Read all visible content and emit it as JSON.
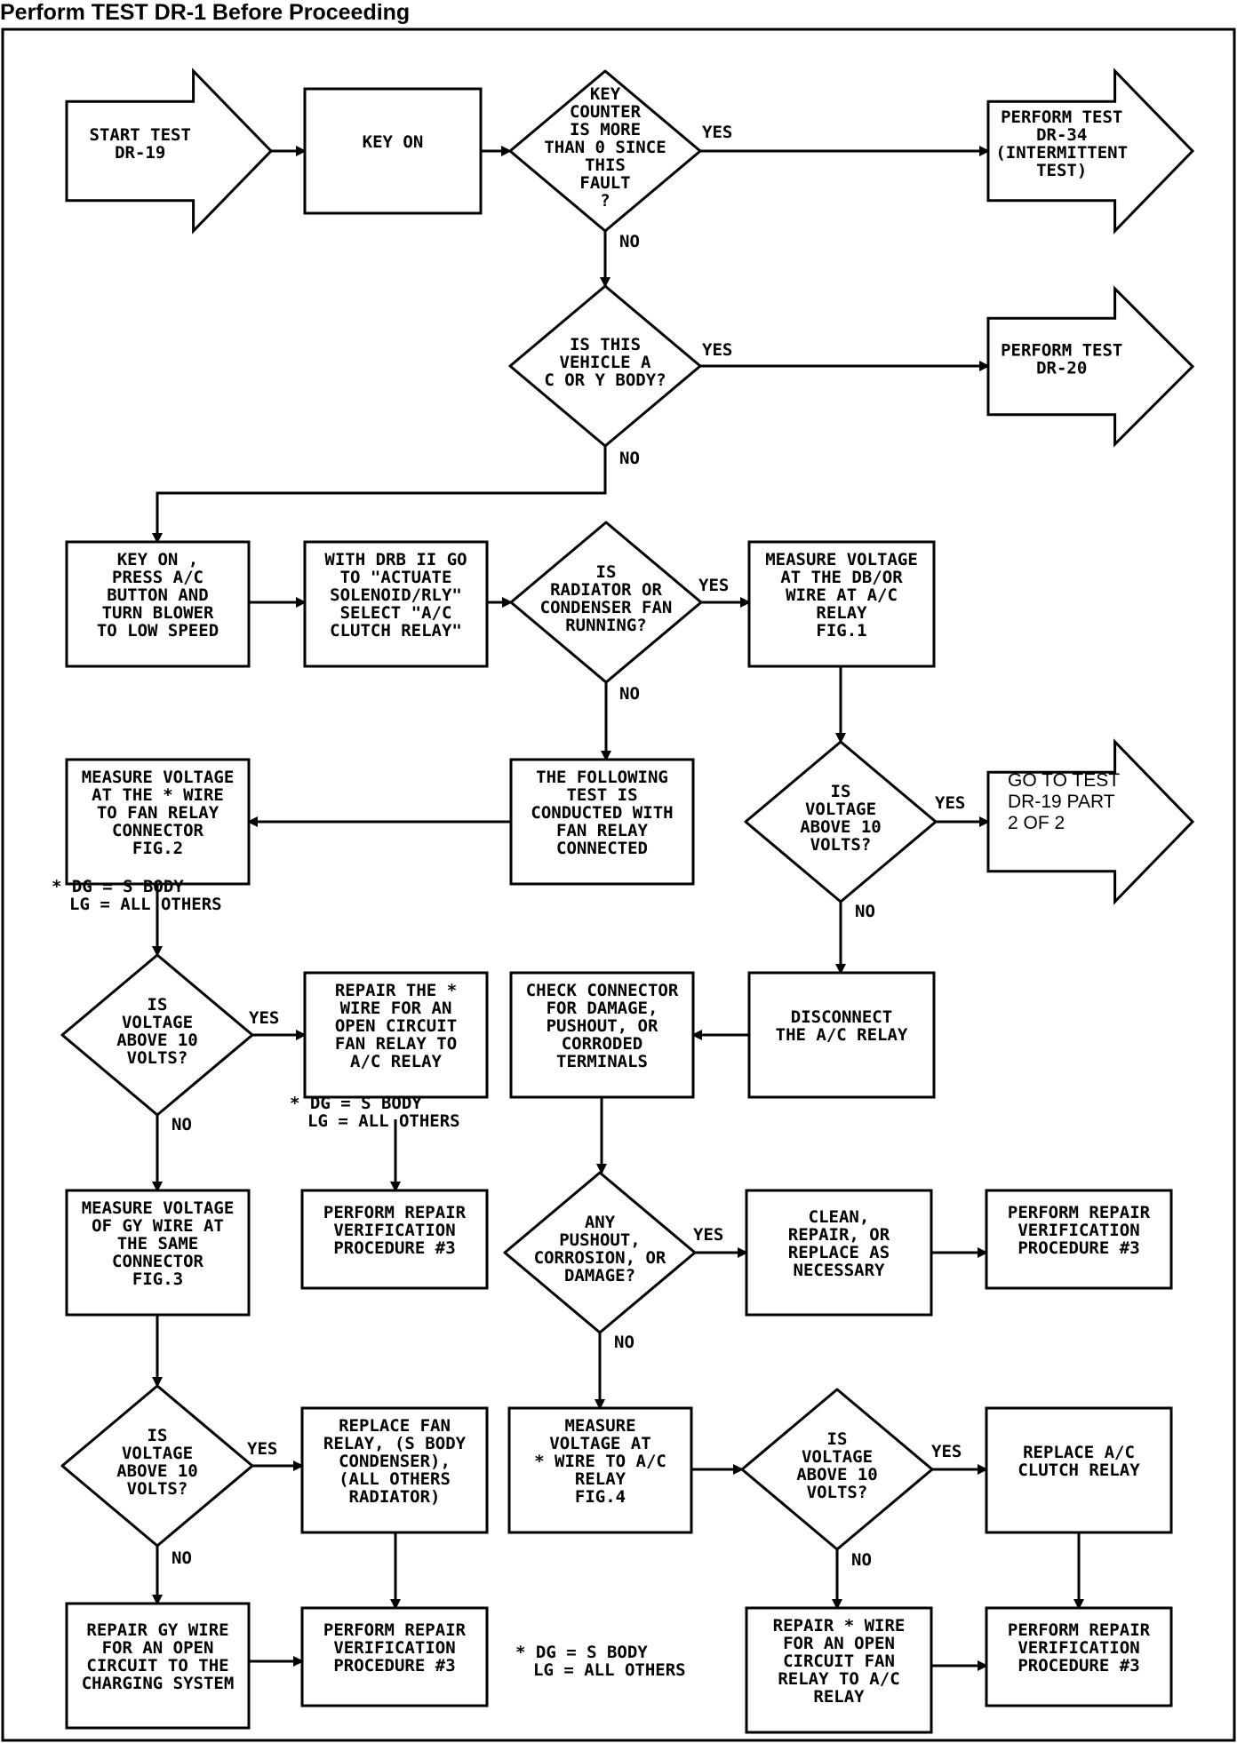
{
  "header": "Perform TEST DR-1 Before Proceeding",
  "nodes": [
    {
      "id": "start",
      "shape": "arrow",
      "lines": [
        "START TEST",
        "DR-19"
      ]
    },
    {
      "id": "key_on",
      "shape": "rect",
      "lines": [
        "KEY ON"
      ]
    },
    {
      "id": "d_key_counter",
      "shape": "diamond",
      "lines": [
        "KEY",
        "COUNTER",
        "IS MORE",
        "THAN 0 SINCE",
        "THIS",
        "FAULT",
        "?"
      ]
    },
    {
      "id": "dr34",
      "shape": "arrow",
      "lines": [
        "PERFORM TEST",
        "DR-34",
        "(INTERMITTENT",
        "TEST)"
      ]
    },
    {
      "id": "d_body",
      "shape": "diamond",
      "lines": [
        "IS THIS",
        "VEHICLE A",
        "C OR Y BODY?"
      ]
    },
    {
      "id": "dr20",
      "shape": "arrow",
      "lines": [
        "PERFORM TEST",
        "DR-20"
      ]
    },
    {
      "id": "press_ac",
      "shape": "rect",
      "lines": [
        "KEY ON ,",
        "PRESS A/C",
        "BUTTON AND",
        "TURN BLOWER",
        "TO LOW SPEED"
      ]
    },
    {
      "id": "drb_actuate",
      "shape": "rect",
      "lines": [
        "WITH DRB II GO",
        "TO \"ACTUATE",
        "SOLENOID/RLY\"",
        "SELECT \"A/C",
        "CLUTCH RELAY\""
      ]
    },
    {
      "id": "d_fan_running",
      "shape": "diamond",
      "lines": [
        "IS",
        "RADIATOR OR",
        "CONDENSER FAN",
        "RUNNING?"
      ]
    },
    {
      "id": "meas_db_or",
      "shape": "rect",
      "lines": [
        "MEASURE VOLTAGE",
        "AT THE DB/OR",
        "WIRE AT A/C",
        "RELAY",
        "FIG.1"
      ]
    },
    {
      "id": "following_test",
      "shape": "rect",
      "lines": [
        "THE FOLLOWING",
        "TEST IS",
        "CONDUCTED WITH",
        "FAN RELAY",
        "CONNECTED"
      ]
    },
    {
      "id": "meas_fan_relay",
      "shape": "rect",
      "lines": [
        "MEASURE VOLTAGE",
        "AT THE * WIRE",
        "TO FAN RELAY",
        "CONNECTOR",
        "FIG.2"
      ]
    },
    {
      "id": "d_volt_right",
      "shape": "diamond",
      "lines": [
        "IS",
        "VOLTAGE",
        "ABOVE 10",
        "VOLTS?"
      ]
    },
    {
      "id": "dr19p2",
      "shape": "arrow",
      "lines": [
        "GO TO TEST",
        "DR-19 PART",
        "2 OF 2"
      ]
    },
    {
      "id": "d_volt_left1",
      "shape": "diamond",
      "lines": [
        "IS",
        "VOLTAGE",
        "ABOVE 10",
        "VOLTS?"
      ]
    },
    {
      "id": "repair_star_wire",
      "shape": "rect",
      "lines": [
        "REPAIR THE *",
        "WIRE FOR AN",
        "OPEN CIRCUIT",
        "FAN RELAY TO",
        "A/C RELAY"
      ]
    },
    {
      "id": "check_connector",
      "shape": "rect",
      "lines": [
        "CHECK CONNECTOR",
        "FOR DAMAGE,",
        "PUSHOUT, OR",
        "CORRODED",
        "TERMINALS"
      ]
    },
    {
      "id": "disconnect_relay",
      "shape": "rect",
      "lines": [
        "DISCONNECT",
        "THE A/C RELAY"
      ]
    },
    {
      "id": "meas_gy",
      "shape": "rect",
      "lines": [
        "MEASURE VOLTAGE",
        "OF GY WIRE AT",
        "THE SAME",
        "CONNECTOR",
        "FIG.3"
      ]
    },
    {
      "id": "verify_1",
      "shape": "rect",
      "lines": [
        "PERFORM REPAIR",
        "VERIFICATION",
        "PROCEDURE #3"
      ]
    },
    {
      "id": "d_pushout",
      "shape": "diamond",
      "lines": [
        "ANY",
        "PUSHOUT,",
        "CORROSION, OR",
        "DAMAGE?"
      ]
    },
    {
      "id": "clean_repair",
      "shape": "rect",
      "lines": [
        "CLEAN,",
        "REPAIR, OR",
        "REPLACE AS",
        "NECESSARY"
      ]
    },
    {
      "id": "verify_2",
      "shape": "rect",
      "lines": [
        "PERFORM REPAIR",
        "VERIFICATION",
        "PROCEDURE #3"
      ]
    },
    {
      "id": "d_volt_left2",
      "shape": "diamond",
      "lines": [
        "IS",
        "VOLTAGE",
        "ABOVE 10",
        "VOLTS?"
      ]
    },
    {
      "id": "replace_fan_relay",
      "shape": "rect",
      "lines": [
        "REPLACE FAN",
        "RELAY, (S BODY",
        "CONDENSER),",
        "(ALL OTHERS",
        "RADIATOR)"
      ]
    },
    {
      "id": "meas_star_ac",
      "shape": "rect",
      "lines": [
        "MEASURE",
        "VOLTAGE AT",
        "* WIRE TO A/C",
        "RELAY",
        "FIG.4"
      ]
    },
    {
      "id": "d_volt_right2",
      "shape": "diamond",
      "lines": [
        "IS",
        "VOLTAGE",
        "ABOVE 10",
        "VOLTS?"
      ]
    },
    {
      "id": "replace_clutch",
      "shape": "rect",
      "lines": [
        "REPLACE A/C",
        "CLUTCH RELAY"
      ]
    },
    {
      "id": "repair_gy",
      "shape": "rect",
      "lines": [
        "REPAIR GY WIRE",
        "FOR AN OPEN",
        "CIRCUIT TO THE",
        "CHARGING SYSTEM"
      ]
    },
    {
      "id": "verify_3",
      "shape": "rect",
      "lines": [
        "PERFORM REPAIR",
        "VERIFICATION",
        "PROCEDURE #3"
      ]
    },
    {
      "id": "repair_star_ac",
      "shape": "rect",
      "lines": [
        "REPAIR * WIRE",
        "FOR AN OPEN",
        "CIRCUIT FAN",
        "RELAY TO A/C",
        "RELAY"
      ]
    },
    {
      "id": "verify_4",
      "shape": "rect",
      "lines": [
        "PERFORM REPAIR",
        "VERIFICATION",
        "PROCEDURE #3"
      ]
    }
  ],
  "edge_labels": {
    "yes": "YES",
    "no": "NO"
  },
  "notes": [
    {
      "id": "note_fig2",
      "lines": [
        "* DG = S BODY",
        "LG = ALL OTHERS"
      ]
    },
    {
      "id": "note_repair",
      "lines": [
        "* DG = S BODY",
        "LG = ALL OTHERS"
      ]
    },
    {
      "id": "note_bottom",
      "lines": [
        "* DG = S BODY",
        "LG = ALL OTHERS"
      ]
    }
  ],
  "edges": [
    {
      "from": "start",
      "to": "key_on",
      "label": ""
    },
    {
      "from": "key_on",
      "to": "d_key_counter",
      "label": ""
    },
    {
      "from": "d_key_counter",
      "to": "dr34",
      "label": "YES"
    },
    {
      "from": "d_key_counter",
      "to": "d_body",
      "label": "NO"
    },
    {
      "from": "d_body",
      "to": "dr20",
      "label": "YES"
    },
    {
      "from": "d_body",
      "to": "press_ac",
      "label": "NO"
    },
    {
      "from": "press_ac",
      "to": "drb_actuate",
      "label": ""
    },
    {
      "from": "drb_actuate",
      "to": "d_fan_running",
      "label": ""
    },
    {
      "from": "d_fan_running",
      "to": "meas_db_or",
      "label": "YES"
    },
    {
      "from": "d_fan_running",
      "to": "following_test",
      "label": "NO"
    },
    {
      "from": "following_test",
      "to": "meas_fan_relay",
      "label": ""
    },
    {
      "from": "meas_db_or",
      "to": "d_volt_right",
      "label": ""
    },
    {
      "from": "d_volt_right",
      "to": "dr19p2",
      "label": "YES"
    },
    {
      "from": "d_volt_right",
      "to": "disconnect_relay",
      "label": "NO"
    },
    {
      "from": "disconnect_relay",
      "to": "check_connector",
      "label": ""
    },
    {
      "from": "meas_fan_relay",
      "to": "d_volt_left1",
      "label": ""
    },
    {
      "from": "d_volt_left1",
      "to": "repair_star_wire",
      "label": "YES"
    },
    {
      "from": "d_volt_left1",
      "to": "meas_gy",
      "label": "NO"
    },
    {
      "from": "repair_star_wire",
      "to": "verify_1",
      "label": ""
    },
    {
      "from": "check_connector",
      "to": "d_pushout",
      "label": ""
    },
    {
      "from": "d_pushout",
      "to": "clean_repair",
      "label": "YES"
    },
    {
      "from": "d_pushout",
      "to": "meas_star_ac",
      "label": "NO"
    },
    {
      "from": "clean_repair",
      "to": "verify_2",
      "label": ""
    },
    {
      "from": "meas_gy",
      "to": "d_volt_left2",
      "label": ""
    },
    {
      "from": "d_volt_left2",
      "to": "replace_fan_relay",
      "label": "YES"
    },
    {
      "from": "d_volt_left2",
      "to": "repair_gy",
      "label": "NO"
    },
    {
      "from": "replace_fan_relay",
      "to": "verify_3",
      "label": ""
    },
    {
      "from": "repair_gy",
      "to": "verify_3",
      "label": ""
    },
    {
      "from": "meas_star_ac",
      "to": "d_volt_right2",
      "label": ""
    },
    {
      "from": "d_volt_right2",
      "to": "replace_clutch",
      "label": "YES"
    },
    {
      "from": "d_volt_right2",
      "to": "repair_star_ac",
      "label": "NO"
    },
    {
      "from": "replace_clutch",
      "to": "verify_4",
      "label": ""
    },
    {
      "from": "repair_star_ac",
      "to": "verify_4",
      "label": ""
    }
  ]
}
